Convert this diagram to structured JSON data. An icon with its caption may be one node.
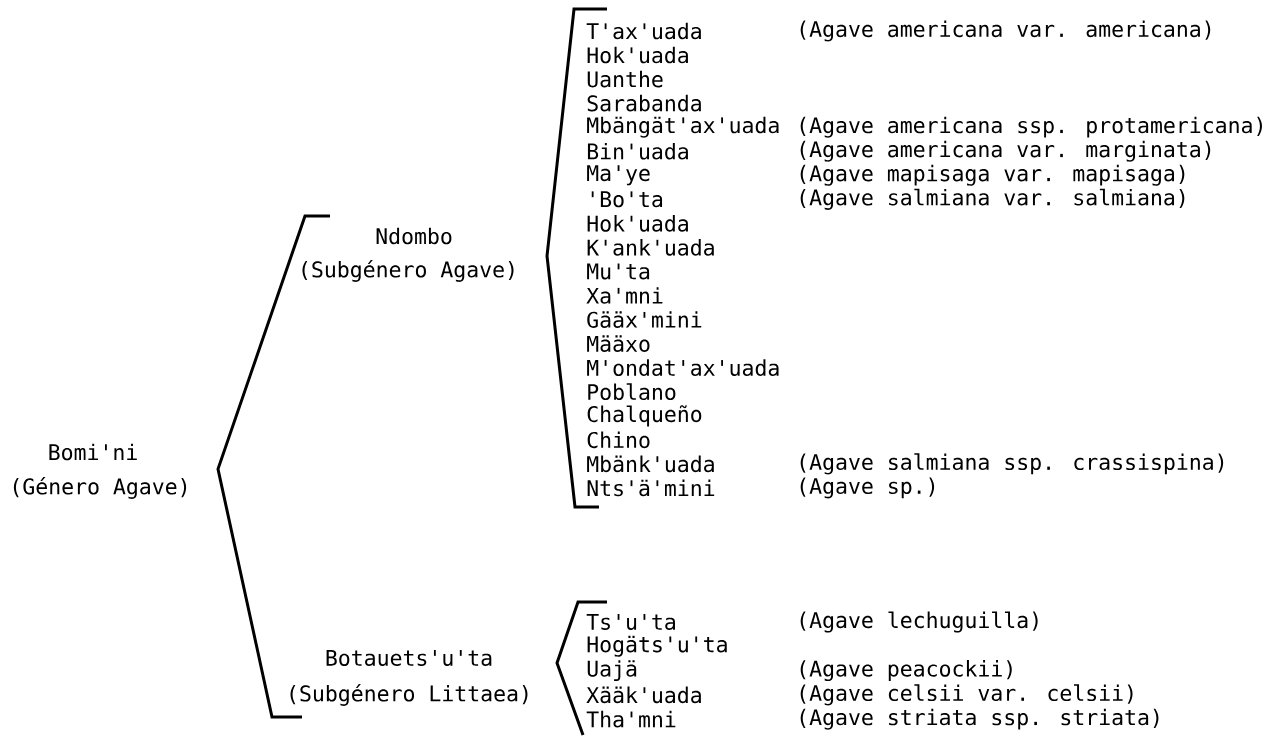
{
  "diagram": {
    "labels": [
      "Bomi'ni",
      "(Género Agave)",
      "Ndombo",
      "(Subgénero Agave)",
      "T'ax'uada",
      "(Agave americana var. americana)",
      "Hok'uada",
      "Uanthe",
      "Sarabanda",
      "Mbängät'ax'uada",
      "(Agave americana ssp. protamericana)",
      "Bin'uada",
      "(Agave americana var. marginata)",
      "Ma'ye",
      "(Agave mapisaga var. mapisaga)",
      "'Bo'ta",
      "(Agave salmiana var. salmiana)",
      "Hok'uada",
      "K'ank'uada",
      "Mu'ta",
      "Xa'mni",
      "Gääx'mini",
      "Määxo",
      "M'ondat'ax'uada",
      "Poblano",
      "Chalqueño",
      "Chino",
      "Mbänk'uada",
      "(Agave salmiana ssp. crassispina)",
      "Nts'ä'mini",
      "(Agave sp.)",
      "Botauets'u'ta",
      "(Subgénero Littaea)",
      "Ts'u'ta",
      "(Agave lechuguilla)",
      "Hogäts'u'ta",
      "Uajä",
      "(Agave peacockii)",
      "Xääk'uada",
      "(Agave celsii var. celsii)",
      "Tha'mni",
      "(Agave striata ssp. striata)"
    ]
  }
}
